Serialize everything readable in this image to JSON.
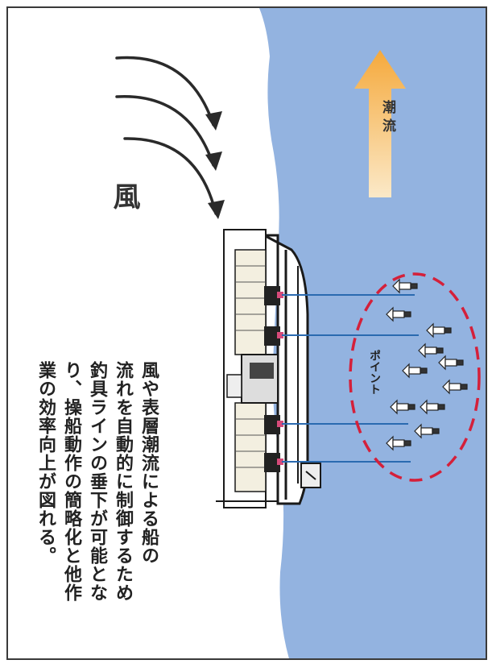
{
  "description_lines": [
    "風や表層潮流による船の",
    "流れを自動的に制御するため",
    "釣具ラインの垂下が可能とな",
    "り、操船動作の簡略化と他作",
    "業の効率向上が図れる。"
  ],
  "labels": {
    "wind": "風",
    "current": "潮流",
    "point": "ポイント"
  },
  "colors": {
    "sea": "#93b3e0",
    "current_arrow": "#f0a13e",
    "point_circle": "#d4203a",
    "fishing_line": "#2a6ab0"
  }
}
